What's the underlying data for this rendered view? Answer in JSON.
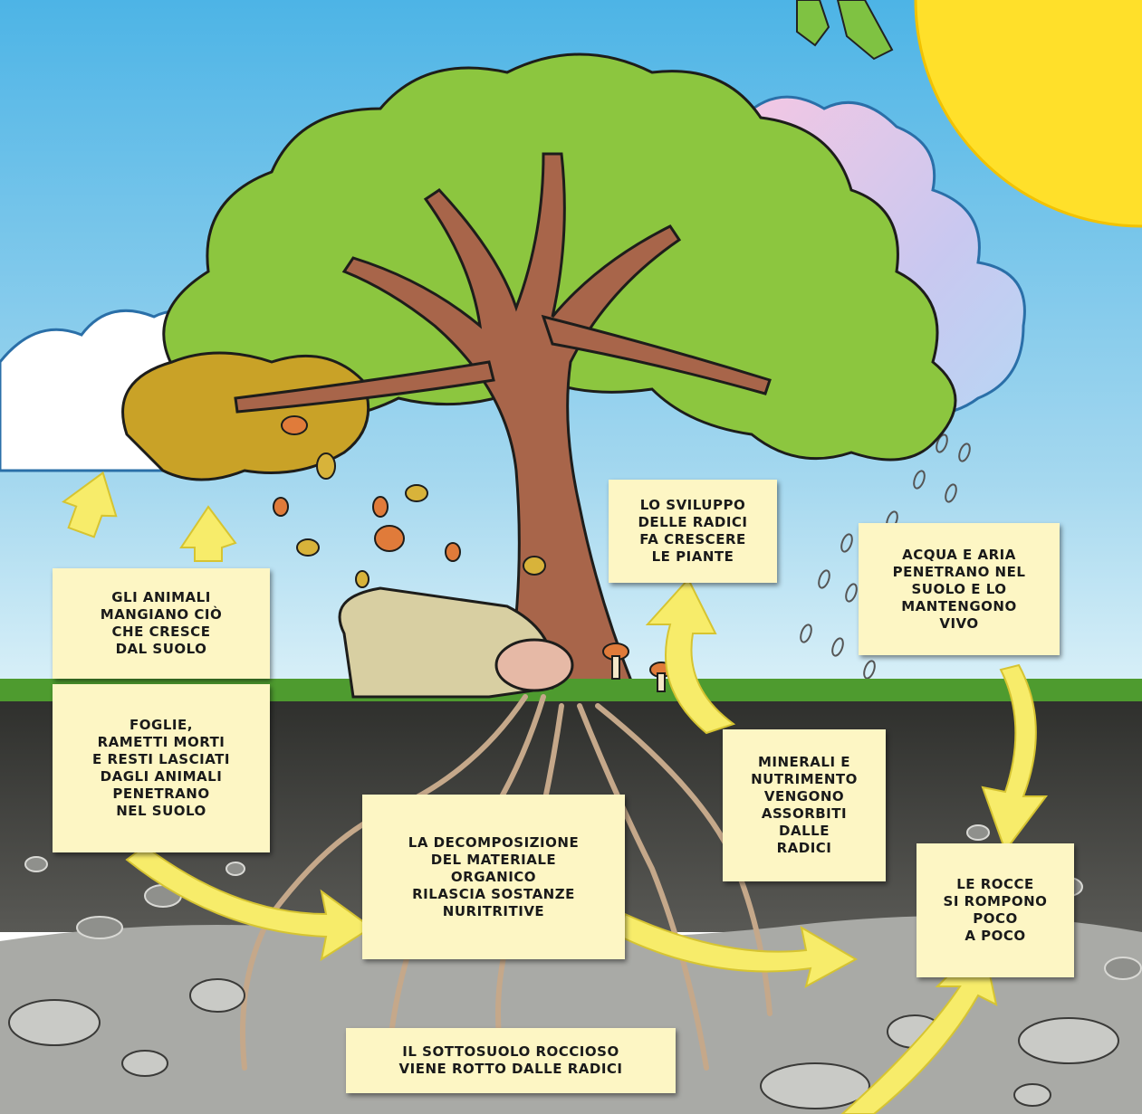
{
  "labels": {
    "roots_growth": "LO SVILUPPO\nDELLE RADICI\nFA CRESCERE\nLE PIANTE",
    "water_air": "ACQUA E ARIA\nPENETRANO NEL\nSUOLO E LO\nMANTENGONO\nVIVO",
    "animals_eat": "GLI ANIMALI\nMANGIANO CIÒ\nCHE CRESCE\nDAL SUOLO",
    "leaves_penetrate": "FOGLIE,\nRAMETTI MORTI\nE RESTI LASCIATI\nDAGLI ANIMALI\nPENETRANO\nNEL SUOLO",
    "decomposition": "LA DECOMPOSIZIONE\nDEL MATERIALE\nORGANICO\nRILASCIA SOSTANZE\nNURITRITIVE",
    "minerals": "MINERALI E\nNUTRIMENTO\nVENGONO\nASSORBITI\nDALLE\nRADICI",
    "rocks_break": "LE ROCCE\nSI ROMPONO\nPOCO\nA POCO",
    "subsoil": "IL SOTTOSUOLO ROCCIOSO\nVIENE ROTTO DALLE RADICI"
  },
  "colors": {
    "sky_top": "#4db4e6",
    "sky_bottom": "#cfeaf6",
    "sun": "#ffe02a",
    "canopy": "#8cc63f",
    "canopy_autumn": "#c9a227",
    "trunk": "#a8654a",
    "grass": "#4e9b2f",
    "topsoil": "#3d3d3a",
    "subsoil": "#a9aaa6",
    "arrow": "#f7ec6a",
    "label_bg": "#fdf6c4"
  },
  "icons": [
    "sun-icon",
    "tree-icon",
    "cow-icon",
    "cloud-icon",
    "rain-icon",
    "mushroom-icon",
    "rock-icon",
    "arrow-icon"
  ]
}
